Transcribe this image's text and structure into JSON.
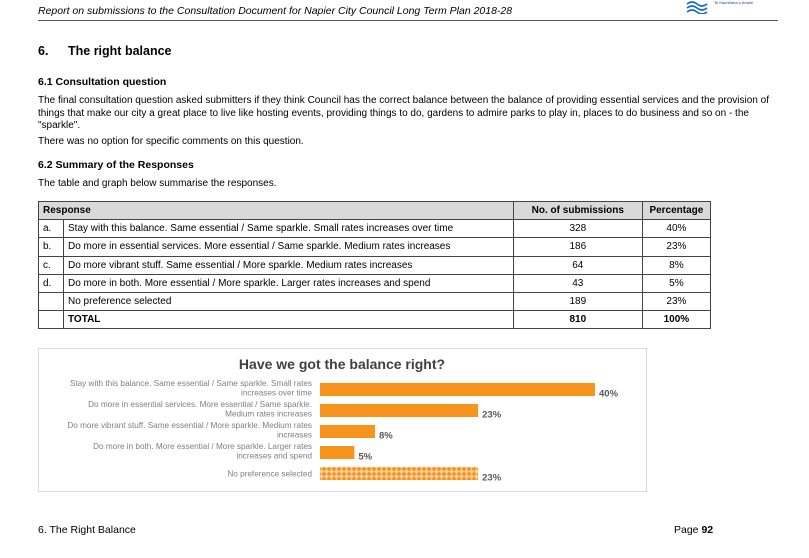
{
  "header": {
    "title": "Report on submissions to the Consultation Document for Napier City Council Long Term Plan 2018-28",
    "logo_text": "Te Kaunihera o Ahuriri"
  },
  "section": {
    "number": "6.",
    "title": "The right balance"
  },
  "sub1": {
    "title": "6.1 Consultation question",
    "para1": "The final consultation question asked submitters if they think Council has the correct balance between the balance of providing essential services and the provision of things that make our city a great place to live like hosting events, providing things to do, gardens to admire parks to play in, places to do business and so on - the \"sparkle\".",
    "para2": "There was no option for specific comments on this question."
  },
  "sub2": {
    "title": "6.2 Summary of the Responses",
    "para": "The table and graph below summarise the responses."
  },
  "table": {
    "headers": [
      "Response",
      "No. of submissions",
      "Percentage"
    ],
    "rows": [
      {
        "letter": "a.",
        "response": "Stay with this balance. Same essential / Same sparkle. Small rates increases over time",
        "count": "328",
        "pct": "40%"
      },
      {
        "letter": "b.",
        "response": "Do more in essential services. More essential / Same sparkle. Medium rates increases",
        "count": "186",
        "pct": "23%"
      },
      {
        "letter": "c.",
        "response": "Do more vibrant stuff. Same essential / More sparkle. Medium rates increases",
        "count": "64",
        "pct": "8%"
      },
      {
        "letter": "d.",
        "response": "Do more in both. More essential / More sparkle. Larger rates increases and spend",
        "count": "43",
        "pct": "5%"
      },
      {
        "letter": "",
        "response": "No preference selected",
        "count": "189",
        "pct": "23%"
      }
    ],
    "total": {
      "label": "TOTAL",
      "count": "810",
      "pct": "100%"
    }
  },
  "chart_data": {
    "type": "bar",
    "orientation": "horizontal",
    "title": "Have we got the balance right?",
    "categories": [
      [
        "Stay with this balance. Same essential / Same sparkle. Small rates",
        "increases over time"
      ],
      [
        "Do more in essential services. More essential / Same sparkle.",
        "Medium rates increases"
      ],
      [
        "Do more vibrant stuff. Same essential / More sparkle. Medium rates",
        "increases"
      ],
      [
        "Do more in both. More essential / More sparkle. Larger rates",
        "increases and spend"
      ],
      [
        "No preference selected"
      ]
    ],
    "values": [
      40,
      23,
      8,
      5,
      23
    ],
    "value_labels": [
      "40%",
      "23%",
      "8%",
      "5%",
      "23%"
    ],
    "patterned": [
      false,
      false,
      false,
      false,
      true
    ],
    "xlim": [
      0,
      40
    ],
    "grid": false,
    "legend": "none",
    "bar_color": "#f7941d",
    "label_color": "#7f7f7f",
    "title_color": "#404040",
    "value_label_color": "#595959"
  },
  "footer": {
    "left": "6. The Right Balance",
    "page_label": "Page ",
    "page_number": "92"
  }
}
